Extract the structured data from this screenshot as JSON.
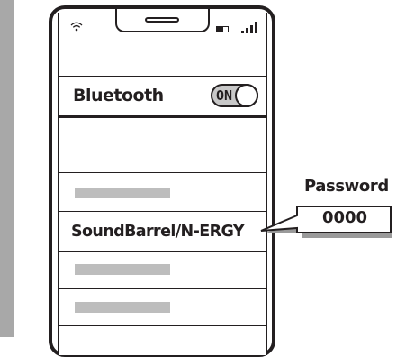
{
  "status_bar": {
    "icons": [
      "wifi-icon",
      "battery-icon",
      "signal-icon"
    ]
  },
  "bluetooth": {
    "label": "Bluetooth",
    "toggle_label": "ON",
    "state": "on"
  },
  "device_list": {
    "selected_device": "SoundBarrel/N-ERGY"
  },
  "password": {
    "title": "Password",
    "value": "0000"
  },
  "colors": {
    "ink": "#231f20",
    "placeholder": "#bdbdbd",
    "toggle_track": "#c8c8c8",
    "side_bar": "#a8a8a8"
  }
}
